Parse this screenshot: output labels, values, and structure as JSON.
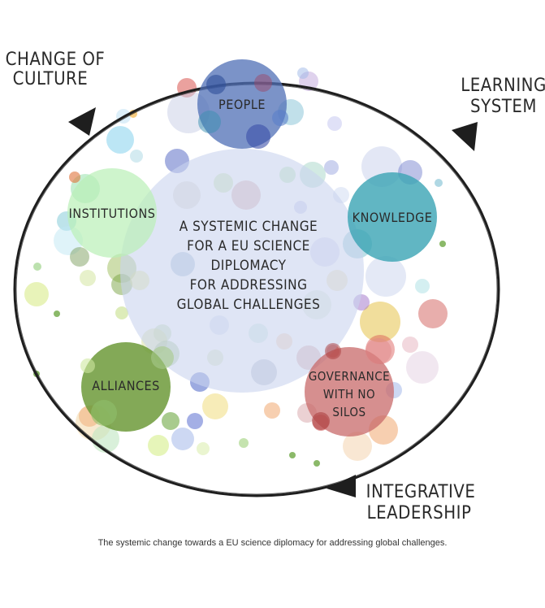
{
  "corner_labels": {
    "change_of_culture": [
      "CHANGE OF",
      "CULTURE"
    ],
    "learning_system": [
      "LEARNING",
      "SYSTEM"
    ],
    "integrative_leadership": [
      "INTEGRATIVE",
      "LEADERSHIP"
    ]
  },
  "center_lines": [
    "A SYSTEMIC CHANGE",
    "FOR A EU SCIENCE",
    "DIPLOMACY",
    "FOR ADDRESSING",
    "GLOBAL CHALLENGES"
  ],
  "nodes": {
    "people": "PEOPLE",
    "institutions": "INSTITUTIONS",
    "knowledge": "KNOWLEDGE",
    "alliances": "ALLIANCES",
    "governance": [
      "GOVERNANCE",
      "WITH NO",
      "SILOS"
    ]
  },
  "caption": "The systemic change towards a EU science diplomacy for addressing global challenges.",
  "colors": {
    "center": "#c9d3ee",
    "people": "#4f6fb5",
    "institutions": "#b9f0b7",
    "knowledge": "#3aa4b4",
    "alliances": "#6d9a3a",
    "governance": "#c86a6a",
    "ring": "#1e1e1e"
  }
}
